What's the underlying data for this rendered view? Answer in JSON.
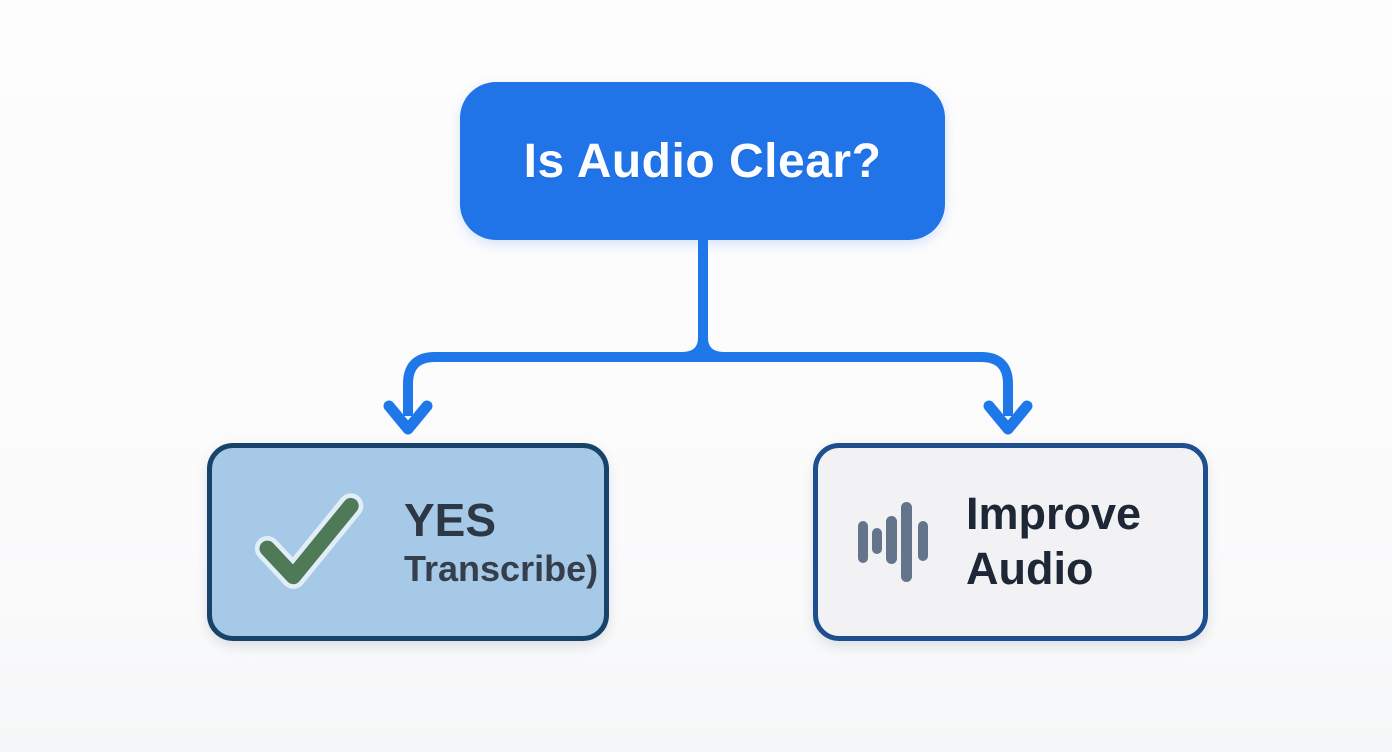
{
  "diagram": {
    "type": "flowchart",
    "decision_node": {
      "label": "Is Audio Clear?"
    },
    "yes_node": {
      "label": "YES",
      "sublabel": "Transcribe)",
      "icon": "checkmark"
    },
    "improve_node": {
      "label": "Improve Audio",
      "icon": "audio-waveform"
    },
    "colors": {
      "decision_fill": "#2173e8",
      "decision_text": "#fbfdfe",
      "connector_blue": "#1e78e9",
      "yes_fill": "#a5c9e7",
      "yes_border": "#17436b",
      "improve_fill": "#f2f2f4",
      "improve_border": "#1d4f8e",
      "checkmark_green": "#4e7a58",
      "waveform_gray": "#64748b",
      "label_text_dark": "#2e3745",
      "background": "#fbfbfc"
    }
  }
}
